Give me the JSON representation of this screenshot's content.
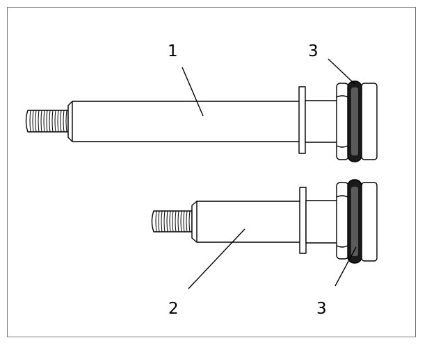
{
  "figure": {
    "callouts": {
      "label_1": "1",
      "label_2": "2",
      "label_3_top": "3",
      "label_3_bottom": "3"
    }
  },
  "colors": {
    "outline": "#000000",
    "part_fill": "#ffffff",
    "seal_ring": "#1a1a1a",
    "frame": "#7a7a7a"
  },
  "parts": [
    {
      "callout": "1",
      "thread-icon": "threaded-end-icon",
      "has_seal": true
    },
    {
      "callout": "2",
      "thread-icon": "threaded-end-icon",
      "has_seal": true
    }
  ]
}
